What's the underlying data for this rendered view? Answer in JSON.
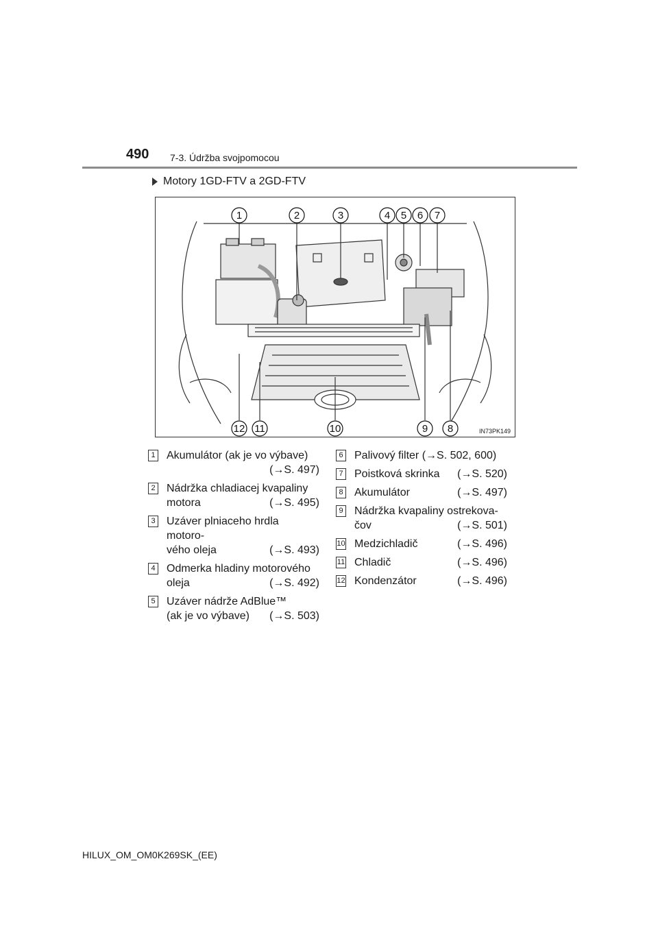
{
  "header": {
    "page_number": "490",
    "section_title": "7-3. Údržba svojpomocou"
  },
  "subheading": "Motory 1GD-FTV a 2GD-FTV",
  "figure": {
    "code": "IN73PK149",
    "callouts_top": [
      "1",
      "2",
      "3",
      "4",
      "5",
      "6",
      "7"
    ],
    "callouts_bottom": [
      "12",
      "11",
      "10",
      "9",
      "8"
    ]
  },
  "legend_left": [
    {
      "num": "1",
      "lines": [
        {
          "text": "Akumulátor (ak je vo výbave)",
          "ref": ""
        },
        {
          "text": "",
          "ref": "(→S. 497)"
        }
      ]
    },
    {
      "num": "2",
      "lines": [
        {
          "text": "Nádržka chladiacej kvapaliny",
          "ref": ""
        },
        {
          "text": "motora",
          "ref": "(→S. 495)"
        }
      ]
    },
    {
      "num": "3",
      "lines": [
        {
          "text": "Uzáver plniaceho hrdla motoro-",
          "ref": ""
        },
        {
          "text": "vého oleja",
          "ref": "(→S. 493)"
        }
      ]
    },
    {
      "num": "4",
      "lines": [
        {
          "text": "Odmerka hladiny motorového",
          "ref": ""
        },
        {
          "text": "oleja",
          "ref": "(→S. 492)"
        }
      ]
    },
    {
      "num": "5",
      "lines": [
        {
          "text": "Uzáver nádrže AdBlue™",
          "ref": ""
        },
        {
          "text": "(ak je vo výbave)",
          "ref": "(→S. 503)"
        }
      ]
    }
  ],
  "legend_right": [
    {
      "num": "6",
      "lines": [
        {
          "text": "Palivový filter (→S. 502, 600)",
          "ref": ""
        }
      ]
    },
    {
      "num": "7",
      "lines": [
        {
          "text": "Poistková skrinka",
          "ref": "(→S. 520)"
        }
      ]
    },
    {
      "num": "8",
      "lines": [
        {
          "text": "Akumulátor",
          "ref": "(→S. 497)"
        }
      ]
    },
    {
      "num": "9",
      "lines": [
        {
          "text": "Nádržka kvapaliny ostrekova-",
          "ref": ""
        },
        {
          "text": "čov",
          "ref": "(→S. 501)"
        }
      ]
    },
    {
      "num": "10",
      "lines": [
        {
          "text": "Medzichladič",
          "ref": "(→S. 496)"
        }
      ]
    },
    {
      "num": "11",
      "lines": [
        {
          "text": "Chladič",
          "ref": "(→S. 496)"
        }
      ]
    },
    {
      "num": "12",
      "lines": [
        {
          "text": "Kondenzátor",
          "ref": "(→S. 496)"
        }
      ]
    }
  ],
  "footer": "HILUX_OM_OM0K269SK_(EE)"
}
